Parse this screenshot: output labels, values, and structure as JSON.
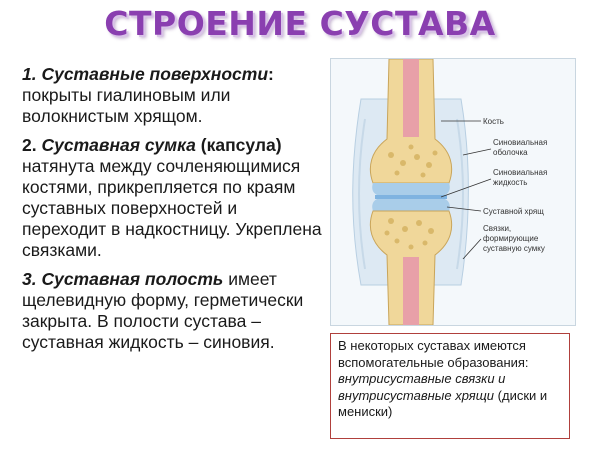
{
  "title": "СТРОЕНИЕ СУСТАВА",
  "paragraphs": {
    "p1": {
      "term": "1. Суставные поверхности",
      "colon": ":",
      "text": "покрыты гиалиновым или волокнистым хрящом."
    },
    "p2": {
      "number": "2.",
      "term": "Суставная сумка",
      "paren": "(капсула)",
      "text": "натянута между сочленяющимися костями, прикрепляется по краям суставных поверхностей и переходит в надкостницу. Укреплена связками."
    },
    "p3": {
      "term": "3. Суставная полость",
      "text": "имеет щелевидную форму, герметически закрыта. В полости сустава – суставная жидкость – синовия."
    }
  },
  "figure": {
    "labels": {
      "bone": "Кость",
      "synovial_membrane_1": "Синовиальная",
      "synovial_membrane_2": "оболочка",
      "synovial_fluid_1": "Синовиальная",
      "synovial_fluid_2": "жидкость",
      "cartilage": "Суставной хрящ",
      "ligaments_1": "Связки,",
      "ligaments_2": "формирующие",
      "ligaments_3": "суставную сумку"
    }
  },
  "note": {
    "text1": "В некоторых суставах имеются вспомогательные образования:",
    "italic": "внутрисуставные связки и внутрисуставные хрящи",
    "text2": "(диски и мениски)"
  },
  "colors": {
    "title": "#8a3fb0",
    "note_border": "#b0403c",
    "bone": "#f0d79a",
    "marrow": "#e8a0a8",
    "cartilage": "#a9cde9",
    "capsule": "#d7e6f2"
  }
}
